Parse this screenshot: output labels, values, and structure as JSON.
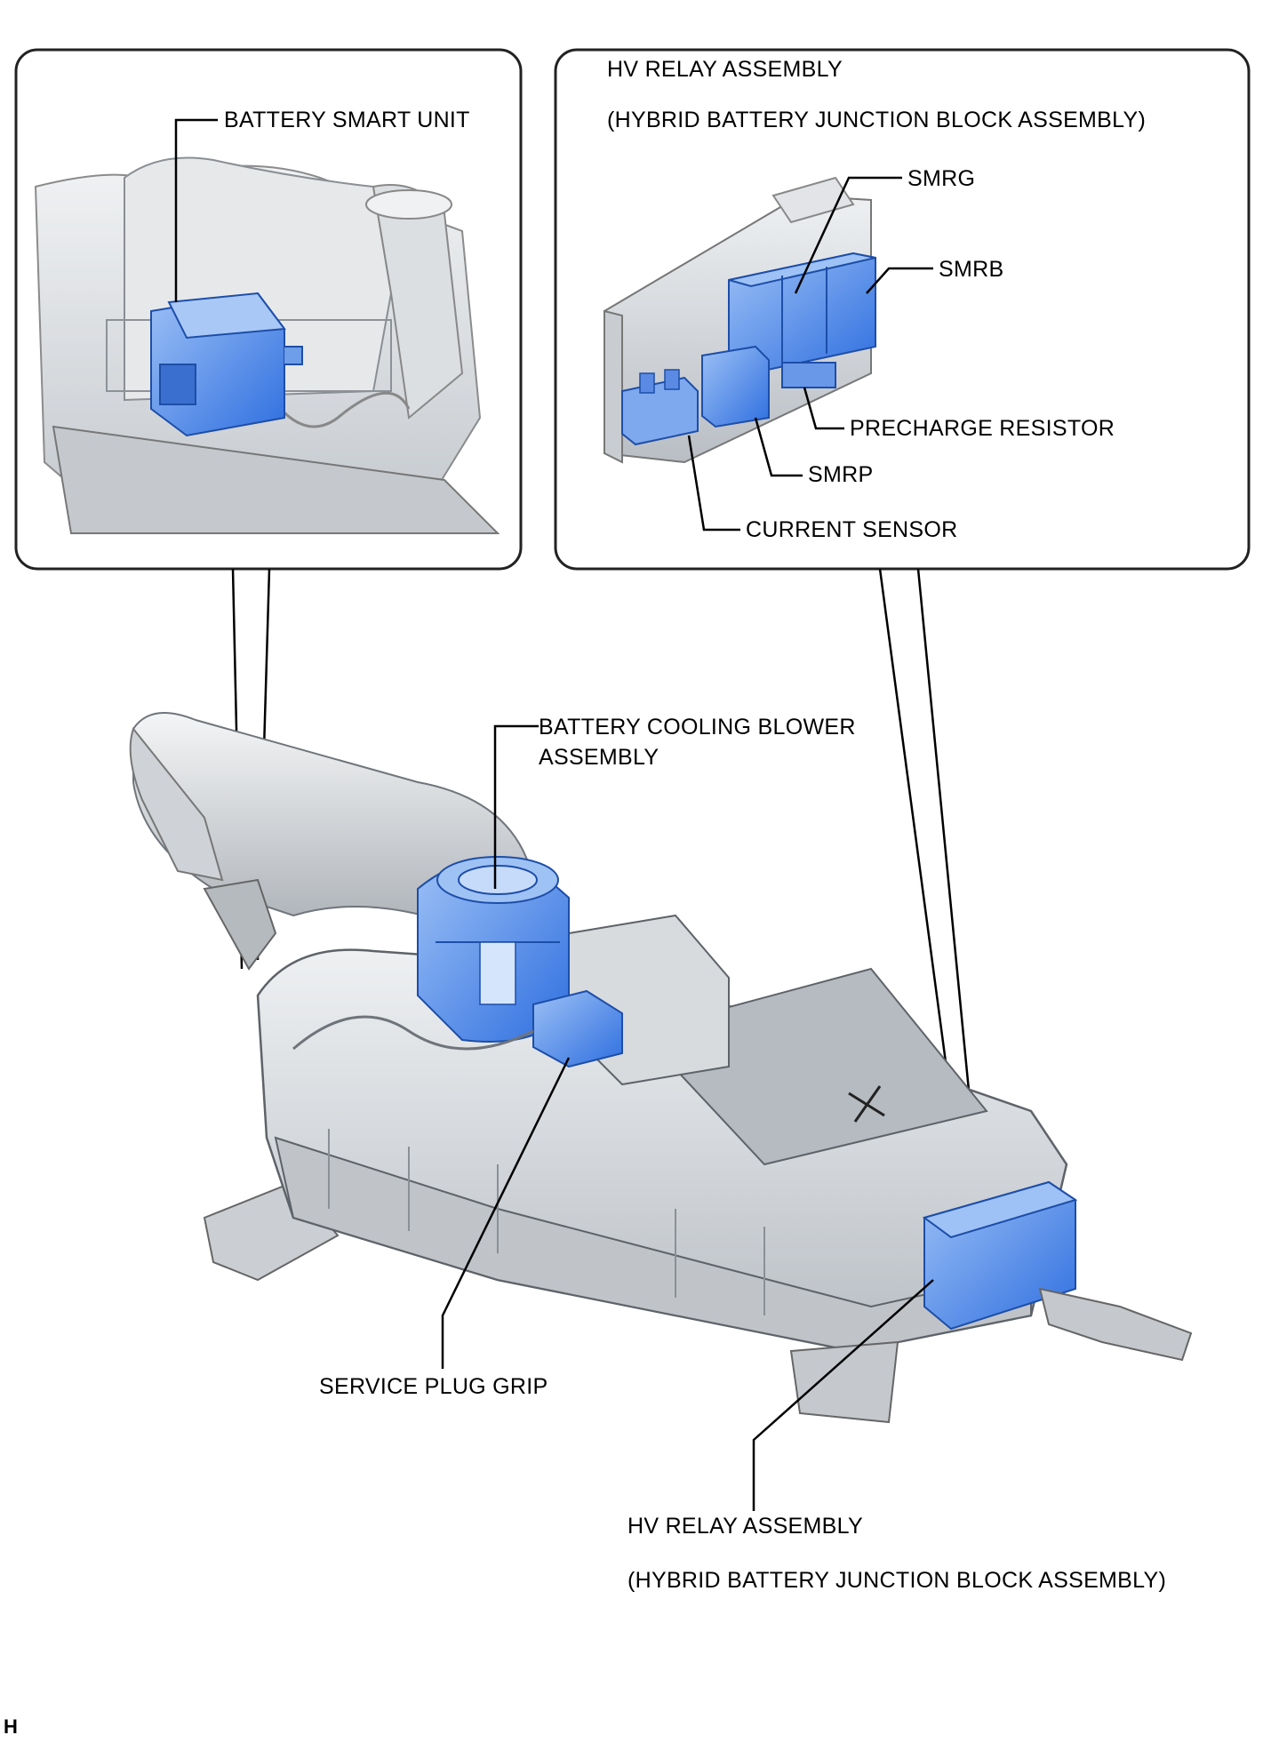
{
  "labels": {
    "battery_smart_unit": "BATTERY SMART UNIT",
    "hv_relay_top_line1": "HV RELAY ASSEMBLY",
    "hv_relay_top_line2": "(HYBRID BATTERY JUNCTION BLOCK ASSEMBLY)",
    "smrg": "SMRG",
    "smrb": "SMRB",
    "precharge_resistor": "PRECHARGE RESISTOR",
    "smrp": "SMRP",
    "current_sensor": "CURRENT SENSOR",
    "blower_line1": "BATTERY COOLING BLOWER",
    "blower_line2": "ASSEMBLY",
    "service_plug_grip": "SERVICE PLUG GRIP",
    "hv_relay_bottom_line1": "HV RELAY ASSEMBLY",
    "hv_relay_bottom_line2": "(HYBRID BATTERY JUNCTION BLOCK ASSEMBLY)",
    "corner_mark": "H"
  },
  "colors": {
    "highlight_blue": "#3f7ee8",
    "highlight_blue_light": "#8fb6f2",
    "body_gray": "#d9dcdf",
    "body_gray_dark": "#9aa0a6",
    "outline": "#2b2b2b"
  }
}
